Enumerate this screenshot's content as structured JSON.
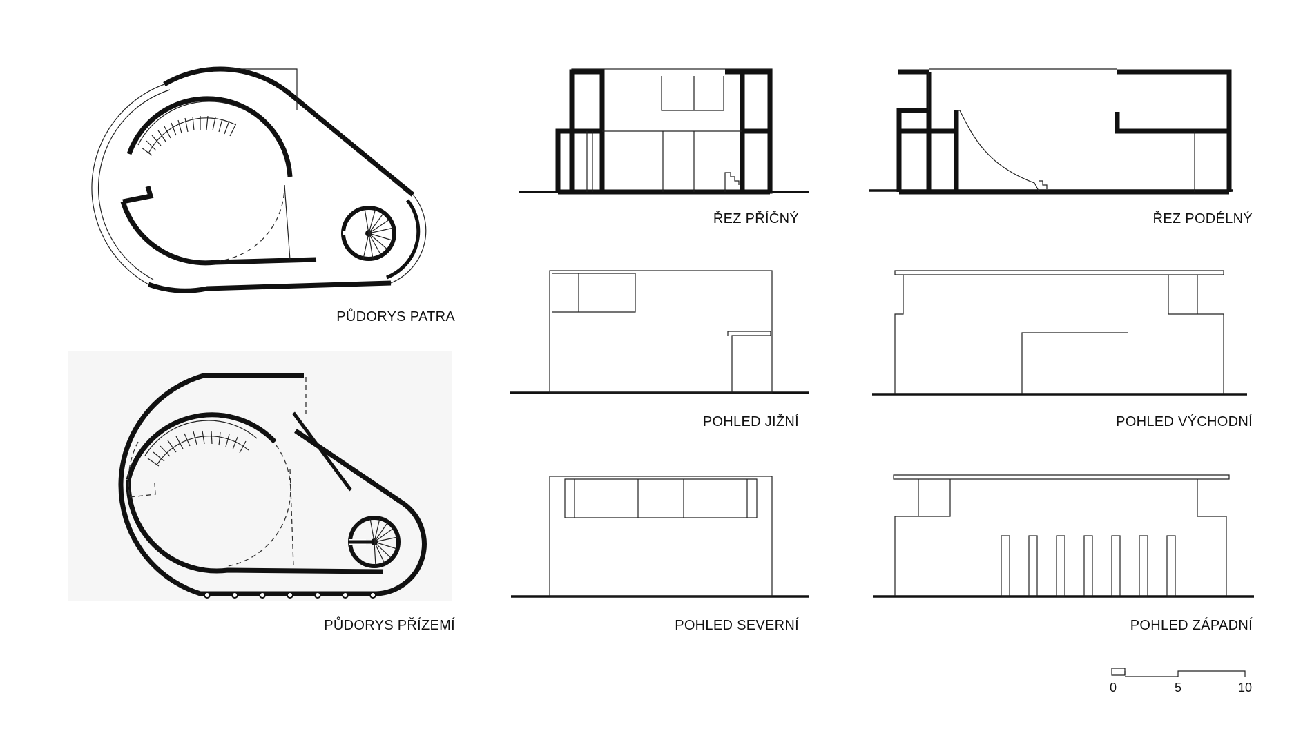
{
  "labels": {
    "plan_upper": "PŮDORYS PATRA",
    "plan_ground": "PŮDORYS PŘÍZEMÍ",
    "section_cross": "ŘEZ PŘÍČNÝ",
    "section_long": "ŘEZ PODÉLNÝ",
    "view_south": "POHLED JIŽNÍ",
    "view_east": "POHLED VÝCHODNÍ",
    "view_north": "POHLED SEVERNÍ",
    "view_west": "POHLED ZÁPADNÍ"
  },
  "scale_bar": {
    "min": "0",
    "mid": "5",
    "max": "10"
  }
}
